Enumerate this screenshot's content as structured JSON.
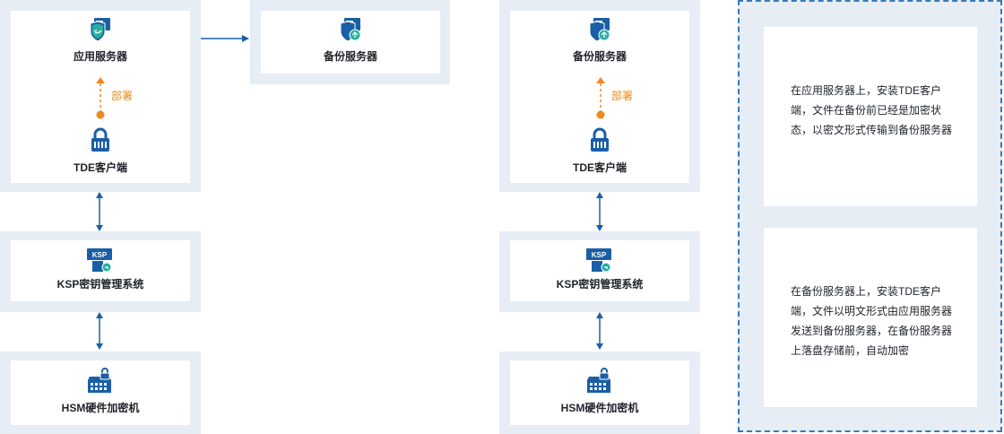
{
  "left": {
    "app_server": "应用服务器",
    "deploy": "部署",
    "tde_client": "TDE客户端",
    "ksp": "KSP密钥管理系统",
    "hsm": "HSM硬件加密机",
    "backup_server": "备份服务器"
  },
  "right": {
    "backup_server": "备份服务器",
    "deploy": "部署",
    "tde_client": "TDE客户端",
    "ksp": "KSP密钥管理系统",
    "hsm": "HSM硬件加密机"
  },
  "ksp_icon_text": "KSP",
  "notes": [
    "在应用服务器上，安装TDE客户端，文件在备份前已经是加密状态，以密文形式传输到备份服务器",
    "在备份服务器上，安装TDE客户端，文件以明文形式由应用服务器发送到备份服务器，在备份服务器上落盘存储前，自动加密"
  ],
  "colors": {
    "accent": "#1a5fa6",
    "orange": "#f08a1e",
    "panel": "#e6edf5",
    "icon_green": "#27b0a0"
  }
}
